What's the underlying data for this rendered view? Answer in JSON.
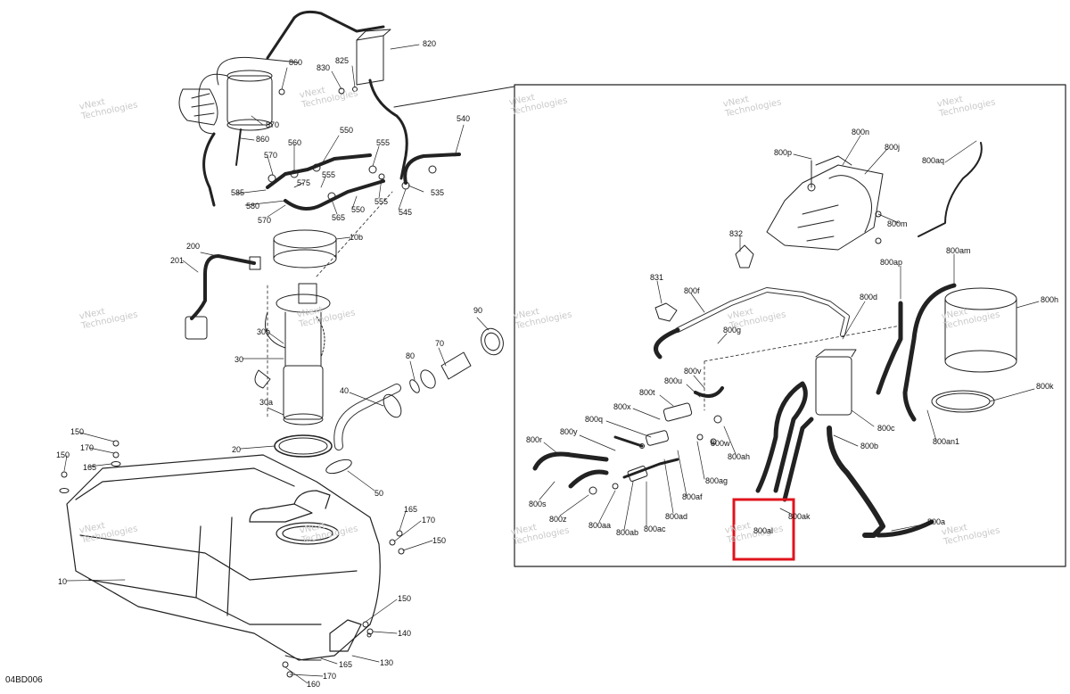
{
  "diagram_code": "04BD006",
  "watermark": {
    "line1": "vNext",
    "line2": "Technologies"
  },
  "highlight_color": "#e0141e",
  "labels": [
    "860",
    "830",
    "825",
    "820",
    "870",
    "860",
    "560",
    "550",
    "555",
    "540",
    "570",
    "575",
    "555",
    "585",
    "580",
    "570",
    "565",
    "550",
    "555",
    "545",
    "535",
    "10b",
    "200",
    "201",
    "30b",
    "30",
    "30a",
    "90",
    "80",
    "70",
    "40",
    "20",
    "50",
    "150",
    "170",
    "165",
    "150",
    "165",
    "170",
    "150",
    "10",
    "150",
    "140",
    "130",
    "165",
    "170",
    "160",
    "800n",
    "800j",
    "800p",
    "800aq",
    "800m",
    "832",
    "800ap",
    "800am",
    "831",
    "800f",
    "800d",
    "800h",
    "800g",
    "800v",
    "800u",
    "800t",
    "800k",
    "800x",
    "800c",
    "800q",
    "800y",
    "800r",
    "800w",
    "800b",
    "800an1",
    "800ah",
    "800ag",
    "800af",
    "800s",
    "800z",
    "800aa",
    "800ab",
    "800ac",
    "800ad",
    "800ak",
    "800al",
    "800a"
  ]
}
